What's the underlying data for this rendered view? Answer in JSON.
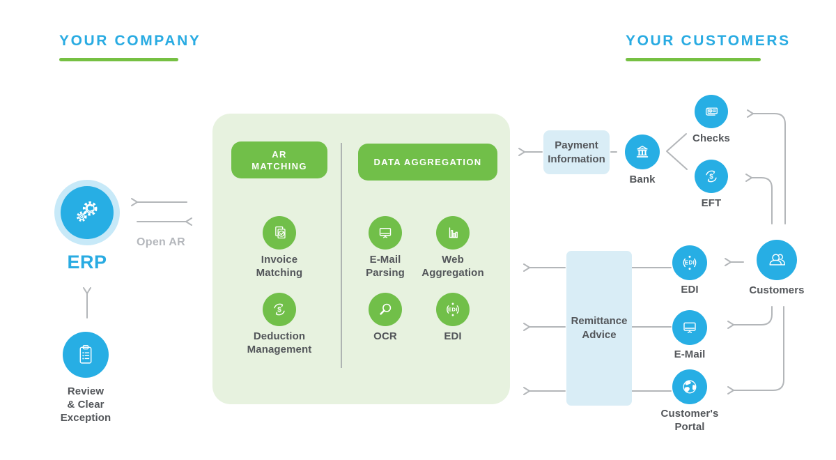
{
  "headings": {
    "your_company": "YOUR COMPANY",
    "your_customers": "YOUR CUSTOMERS"
  },
  "company_side": {
    "erp_label": "ERP",
    "open_ar_label": "Open AR",
    "review_label": "Review\n& Clear\nException"
  },
  "process_panel": {
    "ar_matching_label": "AR\nMATCHING",
    "data_aggregation_label": "DATA AGGREGATION",
    "invoice_matching": "Invoice\nMatching",
    "deduction_management": "Deduction\nManagement",
    "email_parsing": "E-Mail\nParsing",
    "web_aggregation": "Web\nAggregation",
    "ocr": "OCR",
    "edi": "EDI"
  },
  "customer_side": {
    "payment_information": "Payment\nInformation",
    "bank": "Bank",
    "checks": "Checks",
    "eft": "EFT",
    "remittance_advice": "Remittance\nAdvice",
    "edi": "EDI",
    "email": "E-Mail",
    "customers_portal": "Customer's\nPortal",
    "customers": "Customers"
  },
  "icons": {
    "erp": "gears-icon",
    "review": "clipboard-icon",
    "invoice_matching": "invoice-check-icon",
    "deduction_management": "dollar-cycle-icon",
    "email_parsing": "monitor-icon",
    "web_aggregation": "bar-chart-icon",
    "ocr": "magnifier-icon",
    "edi": "edi-circle-icon",
    "bank": "bank-icon",
    "checks": "check-scroll-icon",
    "eft": "dollar-cycle-icon",
    "email": "monitor-icon",
    "customers_portal": "globe-icon",
    "customers": "people-icon",
    "dollar_glyph": "$",
    "edi_glyph": "EDI"
  },
  "colors": {
    "heading_blue": "#29abe2",
    "underline_green": "#76c043",
    "node_blue": "#27aee4",
    "node_green": "#71bf49",
    "panel_light_green": "#e7f2df",
    "box_light_blue": "#d9edf6",
    "arrow_gray": "#b3b6b9",
    "text_dark": "#53565a"
  }
}
